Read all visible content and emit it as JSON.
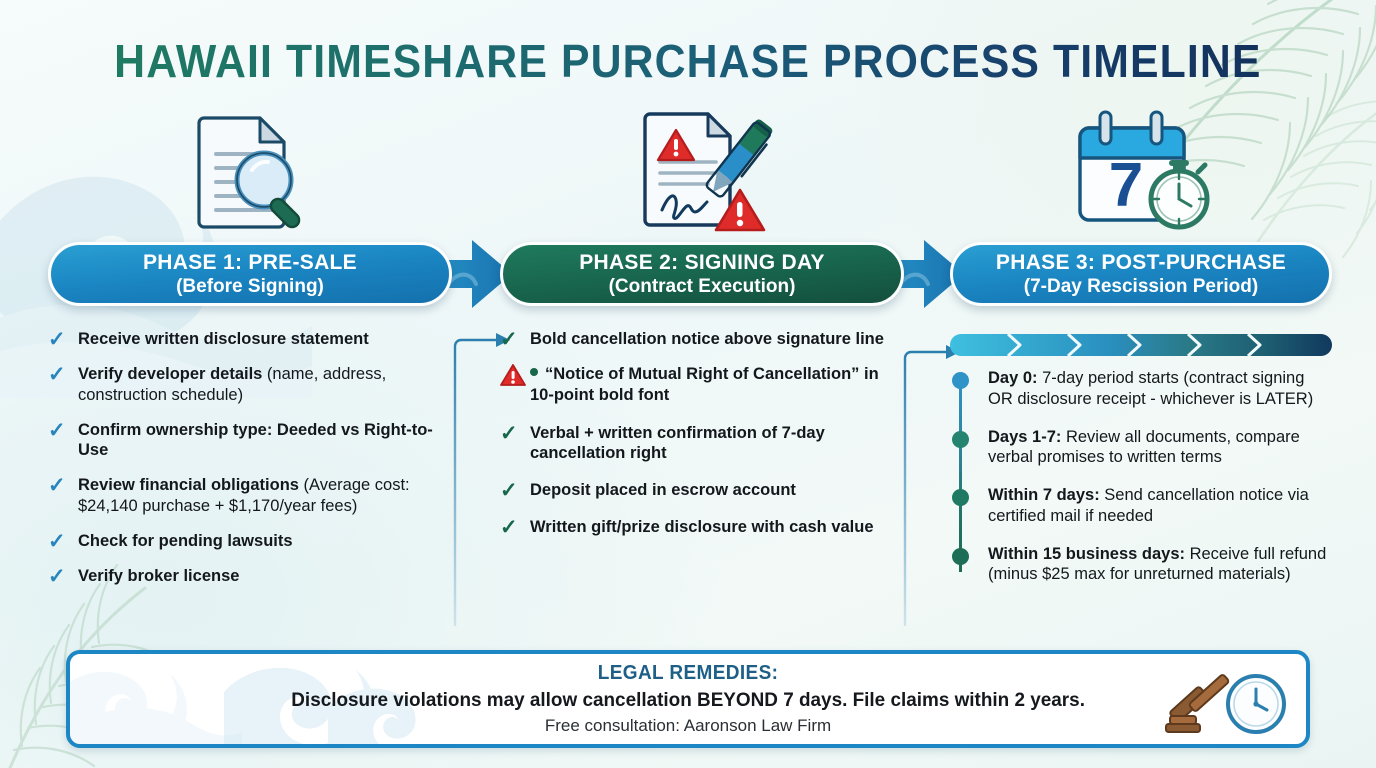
{
  "title": "HAWAII TIMESHARE PURCHASE PROCESS TIMELINE",
  "colors": {
    "title_gradient_start": "#1f7a62",
    "title_gradient_end": "#12325c",
    "phase1_pill": "#1a85c2",
    "phase2_pill": "#18654d",
    "phase3_pill": "#1a85c2",
    "check_blue": "#2785bd",
    "check_green": "#17674a",
    "warning_red": "#e02b2b",
    "footer_border": "#1d86c4",
    "footer_title": "#1d5f86",
    "progress_start": "#3fc0e0",
    "progress_end": "#11395e"
  },
  "phases": [
    {
      "icon": "document-magnifier-icon",
      "heading_line1": "PHASE 1: PRE-SALE",
      "heading_line2": "(Before Signing)",
      "items": [
        {
          "marker": "check-blue",
          "bold": "Receive written disclosure statement",
          "rest": ""
        },
        {
          "marker": "check-blue",
          "bold": "Verify developer details",
          "rest": " (name, address, construction schedule)"
        },
        {
          "marker": "check-blue",
          "bold": "Confirm ownership type: Deeded vs Right-to-Use",
          "rest": ""
        },
        {
          "marker": "check-blue",
          "bold": "Review financial obligations",
          "rest": " (Average cost: $24,140 purchase + $1,170/year fees)"
        },
        {
          "marker": "check-blue",
          "bold": "Check for pending lawsuits",
          "rest": ""
        },
        {
          "marker": "check-blue",
          "bold": "Verify broker license",
          "rest": ""
        }
      ]
    },
    {
      "icon": "contract-pen-warning-icon",
      "heading_line1": "PHASE 2: SIGNING DAY",
      "heading_line2": "(Contract Execution)",
      "items": [
        {
          "marker": "check-green",
          "bold": "Bold cancellation notice above signature line",
          "rest": ""
        },
        {
          "marker": "warning-bullet",
          "bold": "“Notice of Mutual Right of Cancellation” in 10-point bold font",
          "rest": ""
        },
        {
          "marker": "check-green",
          "bold": "Verbal + written confirmation of 7-day cancellation right",
          "rest": ""
        },
        {
          "marker": "check-green",
          "bold": "Deposit placed in escrow account",
          "rest": ""
        },
        {
          "marker": "check-green",
          "bold": "Written gift/prize disclosure with cash value",
          "rest": ""
        }
      ]
    },
    {
      "icon": "calendar-7-stopwatch-icon",
      "heading_line1": "PHASE 3: POST-PURCHASE",
      "heading_line2": "(7-Day Rescission Period)",
      "timeline": [
        {
          "bold": "Day 0:",
          "rest": " 7-day period starts (contract signing OR disclosure receipt - whichever is LATER)",
          "dot_color": "#2f93c8"
        },
        {
          "bold": "Days 1-7:",
          "rest": " Review all documents, compare verbal promises to written terms",
          "dot_color": "#25846f"
        },
        {
          "bold": "Within 7 days:",
          "rest": " Send cancellation notice via certified mail if needed",
          "dot_color": "#207a63"
        },
        {
          "bold": "Within 15 business days:",
          "rest": " Receive full refund (minus $25 max for unreturned materials)",
          "dot_color": "#1d6d57"
        }
      ],
      "progress_segments": [
        "#3fc0e0",
        "#34a8cf",
        "#2a8fbe",
        "#2a7a88",
        "#1d5f72",
        "#11395e"
      ]
    }
  ],
  "footer": {
    "title": "LEGAL REMEDIES:",
    "main": "Disclosure violations may allow cancellation BEYOND 7 days. File claims within 2 years.",
    "sub": "Free consultation: Aaronson Law Firm",
    "icon": "gavel-clock-icon"
  }
}
